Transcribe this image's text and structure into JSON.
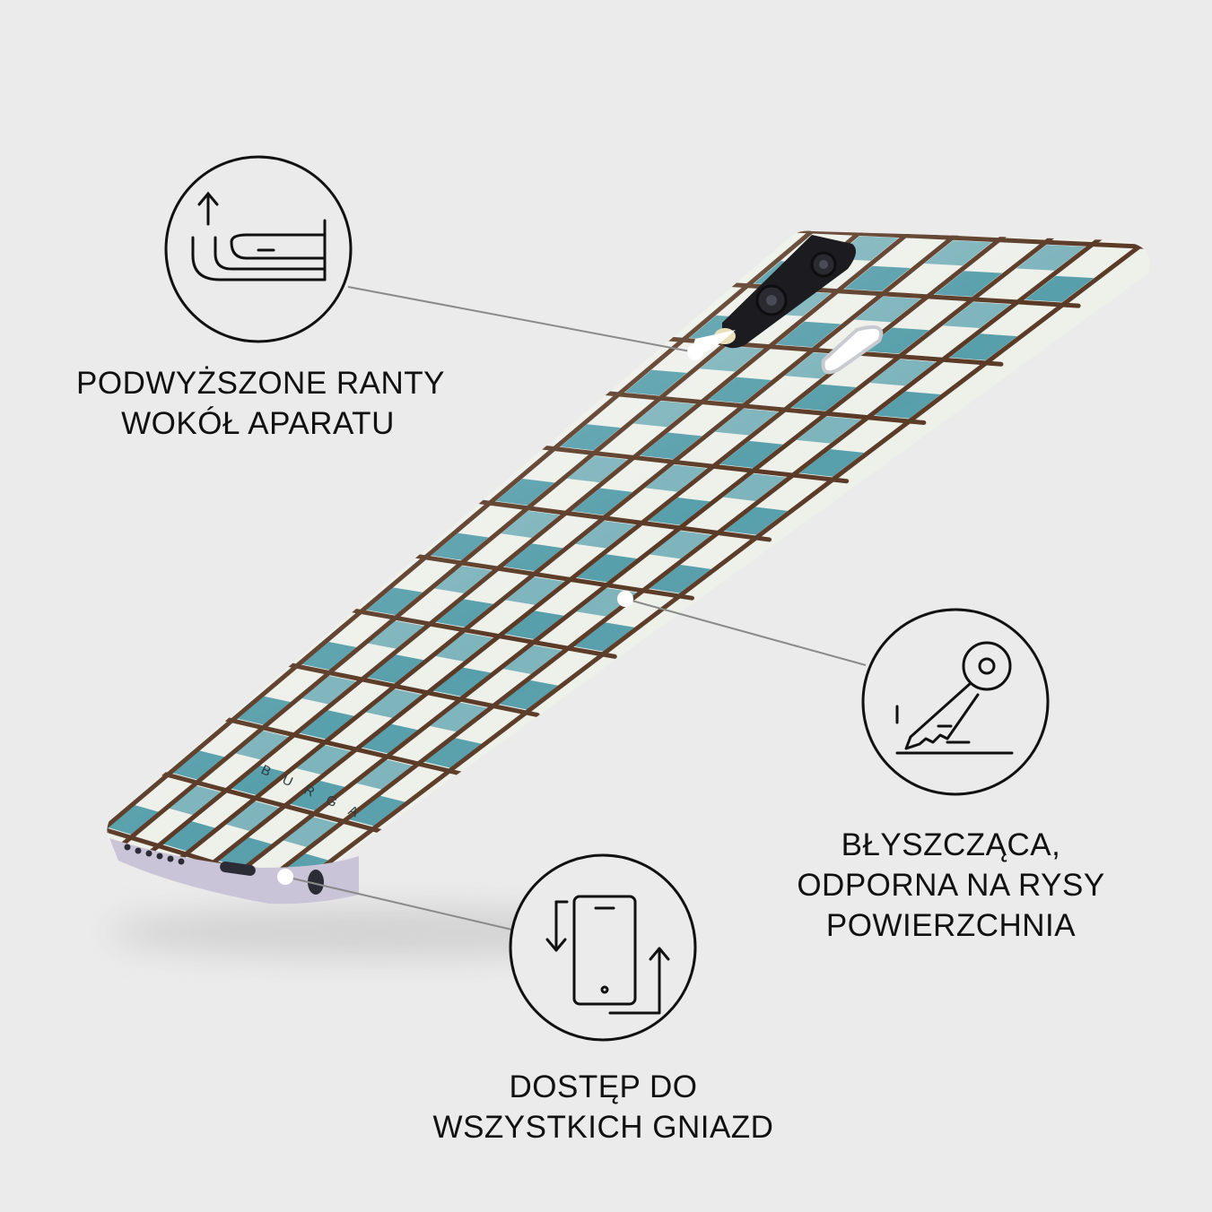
{
  "colors": {
    "background": "#ebebeb",
    "case_cream": "#eef0ea",
    "case_teal": "#4e9aa8",
    "case_brown": "#5a3a26",
    "ink": "#111111"
  },
  "case": {
    "brand": "BURGA"
  },
  "features": [
    {
      "icon": "raised-edge-icon",
      "lines": [
        "PODWYŻSZONE RANTY",
        "WOKÓŁ APARATU"
      ]
    },
    {
      "icon": "key-scratch-icon",
      "lines": [
        "BŁYSZCZĄCA,",
        "ODPORNA NA RYSY",
        "POWIERZCHNIA"
      ]
    },
    {
      "icon": "phone-rotate-icon",
      "lines": [
        "DOSTĘP DO",
        "WSZYSTKICH GNIAZD"
      ]
    }
  ]
}
